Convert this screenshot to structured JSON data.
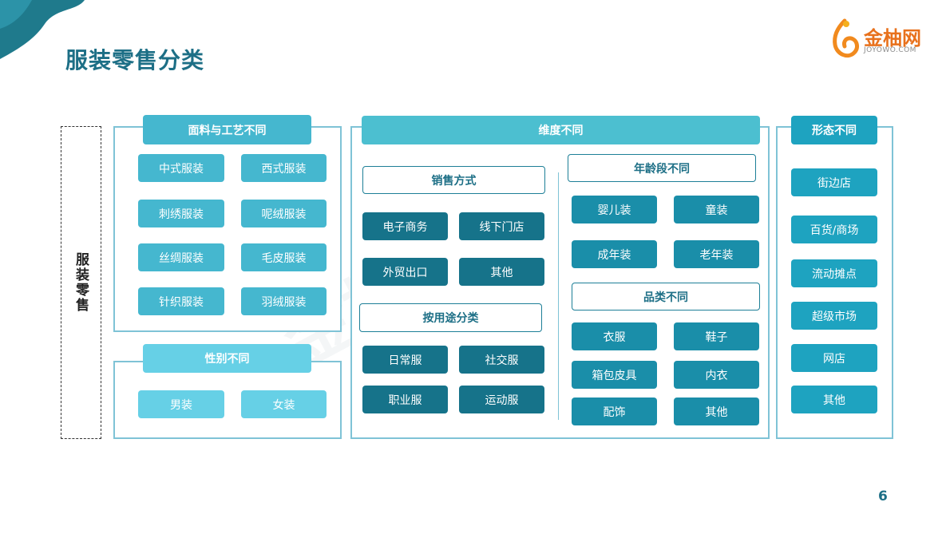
{
  "title": "服装零售分类",
  "logo": {
    "brand": "金柚网",
    "sub": "JOYOWO.COM"
  },
  "page_number": "6",
  "side_label": "服装零售",
  "watermark": "金柚网研究院",
  "colors": {
    "title": "#1d6f86",
    "light": "#45b7cf",
    "lighter": "#66d0e6",
    "dark": "#16738a",
    "teal": "#1a8ea9",
    "accent": "#e8711c"
  },
  "fabric": {
    "heading": "面料与工艺不同",
    "items": [
      "中式服装",
      "西式服装",
      "刺绣服装",
      "呢绒服装",
      "丝绸服装",
      "毛皮服装",
      "针织服装",
      "羽绒服装"
    ]
  },
  "gender": {
    "heading": "性别不同",
    "items": [
      "男装",
      "女装"
    ]
  },
  "dimension": {
    "heading": "维度不同",
    "sales": {
      "heading": "销售方式",
      "items": [
        "电子商务",
        "线下门店",
        "外贸出口",
        "其他"
      ]
    },
    "usage": {
      "heading": "按用途分类",
      "items": [
        "日常服",
        "社交服",
        "职业服",
        "运动服"
      ]
    },
    "age": {
      "heading": "年龄段不同",
      "items": [
        "婴儿装",
        "童装",
        "成年装",
        "老年装"
      ]
    },
    "category": {
      "heading": "品类不同",
      "items": [
        "衣服",
        "鞋子",
        "箱包皮具",
        "内衣",
        "配饰",
        "其他"
      ]
    }
  },
  "form": {
    "heading": "形态不同",
    "items": [
      "街边店",
      "百货/商场",
      "流动摊点",
      "超级市场",
      "网店",
      "其他"
    ]
  }
}
